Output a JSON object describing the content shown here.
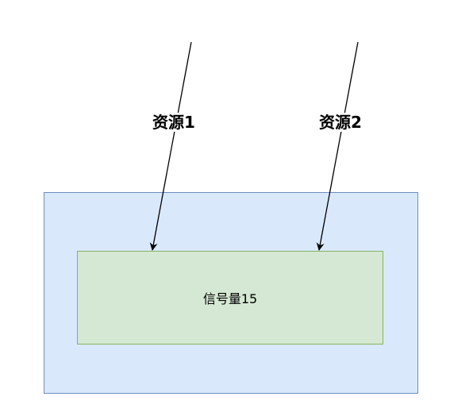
{
  "diagram": {
    "outer_box": {
      "fill": "#dae8fc",
      "stroke": "#6c8ebf"
    },
    "inner_box": {
      "label": "信号量15",
      "fill": "#d5e8d4",
      "stroke": "#82b366"
    },
    "edges": [
      {
        "label": "资源1",
        "target": "inner_box",
        "color": "#000000"
      },
      {
        "label": "资源2",
        "target": "inner_box",
        "color": "#000000"
      }
    ]
  }
}
